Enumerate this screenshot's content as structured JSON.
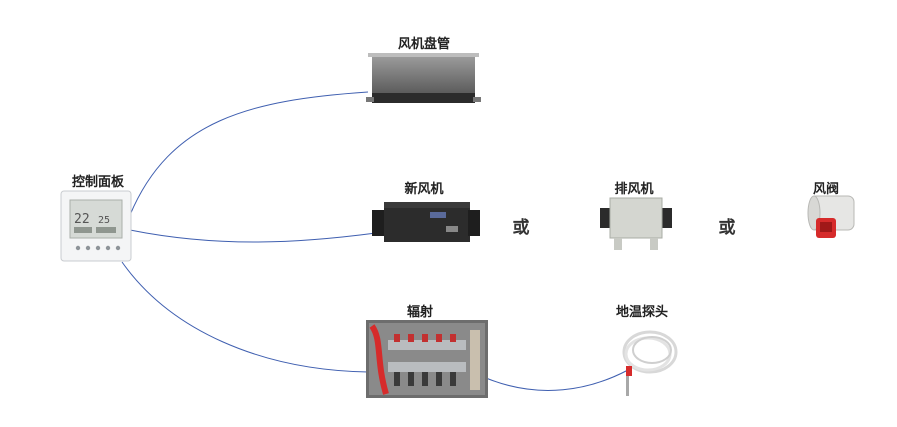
{
  "diagram": {
    "nodes": {
      "panel": {
        "label": "控制面板",
        "lcd": "22",
        "lcd_small": "25"
      },
      "fcu": {
        "label": "风机盘管"
      },
      "fresh_fan": {
        "label": "新风机"
      },
      "exhaust_fan": {
        "label": "排风机"
      },
      "damper": {
        "label": "风阀"
      },
      "radiant": {
        "label": "辐射"
      },
      "floor_probe": {
        "label": "地温探头"
      }
    },
    "connectors": {
      "or_1": "或",
      "or_2": "或"
    },
    "wire_color": "#3f5fb0",
    "accent_red": "#d62b2b"
  }
}
